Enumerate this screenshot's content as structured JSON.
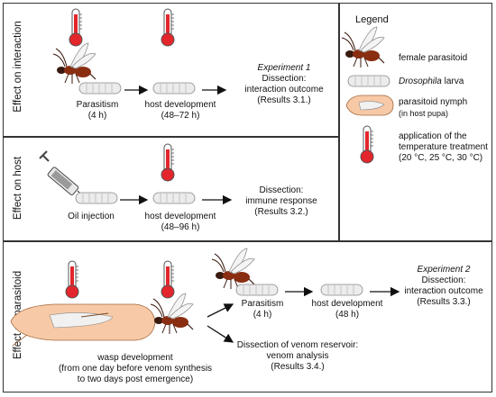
{
  "sections": {
    "interaction": {
      "side_label": "Effect on interaction",
      "step1": [
        "Parasitism",
        "(4 h)"
      ],
      "step2": [
        "host development",
        "(48–72 h)"
      ],
      "result": {
        "title": "Experiment 1",
        "lines": [
          "Dissection:",
          "interaction outcome",
          "(Results 3.1.)"
        ]
      }
    },
    "host": {
      "side_label": "Effect on host",
      "step1": [
        "Oil injection"
      ],
      "step2": [
        "host development",
        "(48–96 h)"
      ],
      "result": {
        "lines": [
          "Dissection:",
          "immune response",
          "(Results 3.2.)"
        ]
      }
    },
    "parasitoid": {
      "side_label": "Effect on parasitoid",
      "dev": [
        "wasp development",
        "(from one day before venom synthesis",
        "to two days post emergence)"
      ],
      "step1": [
        "Parasitism",
        "(4 h)"
      ],
      "step2": [
        "host development",
        "(48 h)"
      ],
      "result": {
        "title": "Experiment 2",
        "lines": [
          "Dissection:",
          "interaction outcome",
          "(Results 3.3.)"
        ]
      },
      "venom": [
        "Dissection of venom reservoir:",
        "venom analysis",
        "(Results 3.4.)"
      ]
    }
  },
  "legend": {
    "title": "Legend",
    "wasp": "female parasitoid",
    "larva_italic": "Drosophila",
    "larva_rest": " larva",
    "nymph": [
      "parasitoid nymph",
      "(in host pupa)"
    ],
    "thermo": [
      "application of the",
      "temperature treatment",
      "(20 °C, 25 °C, 30 °C)"
    ]
  },
  "colors": {
    "thermo_red": "#e3262b",
    "wasp_body": "#8a2e12",
    "larva_fill": "#ececec",
    "pupa_fill": "#f8c9a6"
  }
}
